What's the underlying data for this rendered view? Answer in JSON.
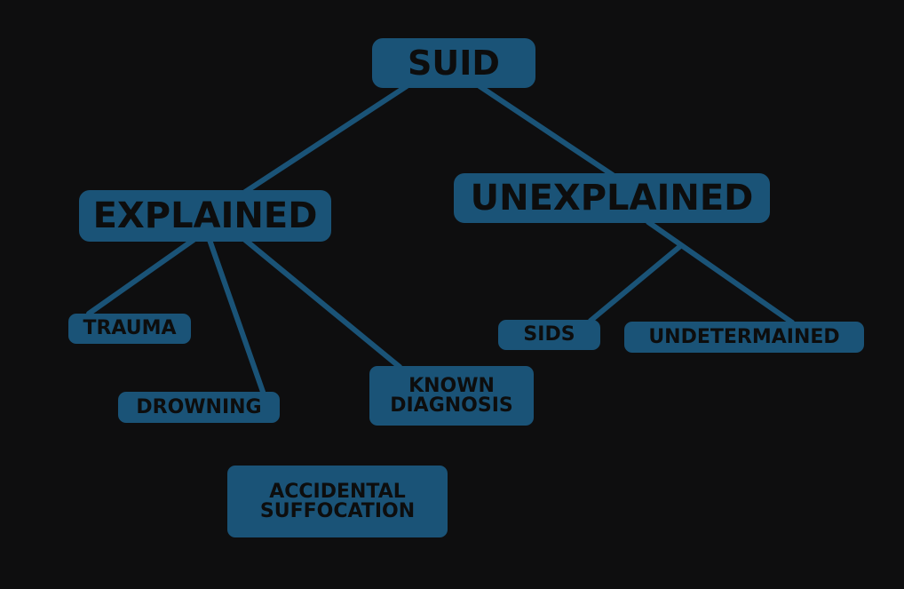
{
  "colors": {
    "background": "#0e0e0f",
    "node_fill": "#1a5377",
    "node_text": "#0d0d0d",
    "connector": "#1a5377"
  },
  "nodes": {
    "suid": {
      "label": "SUID"
    },
    "explained": {
      "label": "EXPLAINED"
    },
    "unexplained": {
      "label": "UNEXPLAINED"
    },
    "trauma": {
      "label": "TRAUMA"
    },
    "drowning": {
      "label": "DROWNING"
    },
    "known_diagnosis": {
      "line1": "KNOWN",
      "line2": "DIAGNOSIS"
    },
    "sids": {
      "label": "SIDS"
    },
    "undetermined": {
      "label": "UNDETERMAINED"
    },
    "accidental_suffocation": {
      "line1": "ACCIDENTAL",
      "line2": "SUFFOCATION"
    }
  },
  "edges": [
    {
      "from": "SUID",
      "to": "EXPLAINED"
    },
    {
      "from": "SUID",
      "to": "UNEXPLAINED"
    },
    {
      "from": "EXPLAINED",
      "to": "TRAUMA"
    },
    {
      "from": "EXPLAINED",
      "to": "DROWNING"
    },
    {
      "from": "EXPLAINED",
      "to": "KNOWN DIAGNOSIS"
    },
    {
      "from": "UNEXPLAINED",
      "to": "SIDS"
    },
    {
      "from": "UNEXPLAINED",
      "to": "UNDETERMAINED"
    }
  ]
}
